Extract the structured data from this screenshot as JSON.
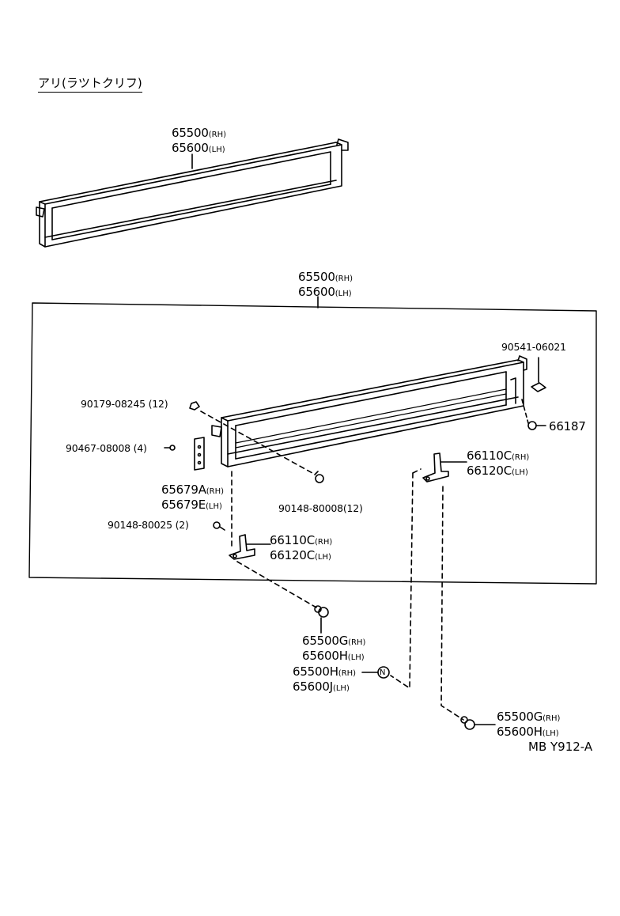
{
  "header": {
    "title": "アリ(ラツトクリフ)"
  },
  "footer": {
    "code": "MB Y912-A"
  },
  "labels": {
    "top_rail": {
      "p1": "65500",
      "s1": "(RH)",
      "p2": "65600",
      "s2": "(LH)"
    },
    "box_rail": {
      "p1": "65500",
      "s1": "(RH)",
      "p2": "65600",
      "s2": "(LH)"
    },
    "nut_90541": {
      "p1": "90541-06021"
    },
    "clip_66187": {
      "p1": "66187"
    },
    "nut_90179": {
      "p1": "90179-08245 (12)"
    },
    "screw_90467": {
      "p1": "90467-08008 (4)"
    },
    "plate_65679": {
      "p1": "65679A",
      "s1": "(RH)",
      "p2": "65679E",
      "s2": "(LH)"
    },
    "bolt_90148_8": {
      "p1": "90148-80008(12)"
    },
    "bolt_90148_25": {
      "p1": "90148-80025 (2)"
    },
    "hinge_left": {
      "p1": "66110C",
      "s1": "(RH)",
      "p2": "66120C",
      "s2": "(LH)"
    },
    "hinge_right": {
      "p1": "66110C",
      "s1": "(RH)",
      "p2": "66120C",
      "s2": "(LH)"
    },
    "bolt_left": {
      "p1": "65500G",
      "s1": "(RH)",
      "p2": "65600H",
      "s2": "(LH)"
    },
    "bolt_n": {
      "p1": "65500H",
      "s1": "(RH)",
      "p2": "65600J",
      "s2": "(LH)",
      "mark": "N"
    },
    "bolt_right": {
      "p1": "65500G",
      "s1": "(RH)",
      "p2": "65600H",
      "s2": "(LH)"
    }
  }
}
